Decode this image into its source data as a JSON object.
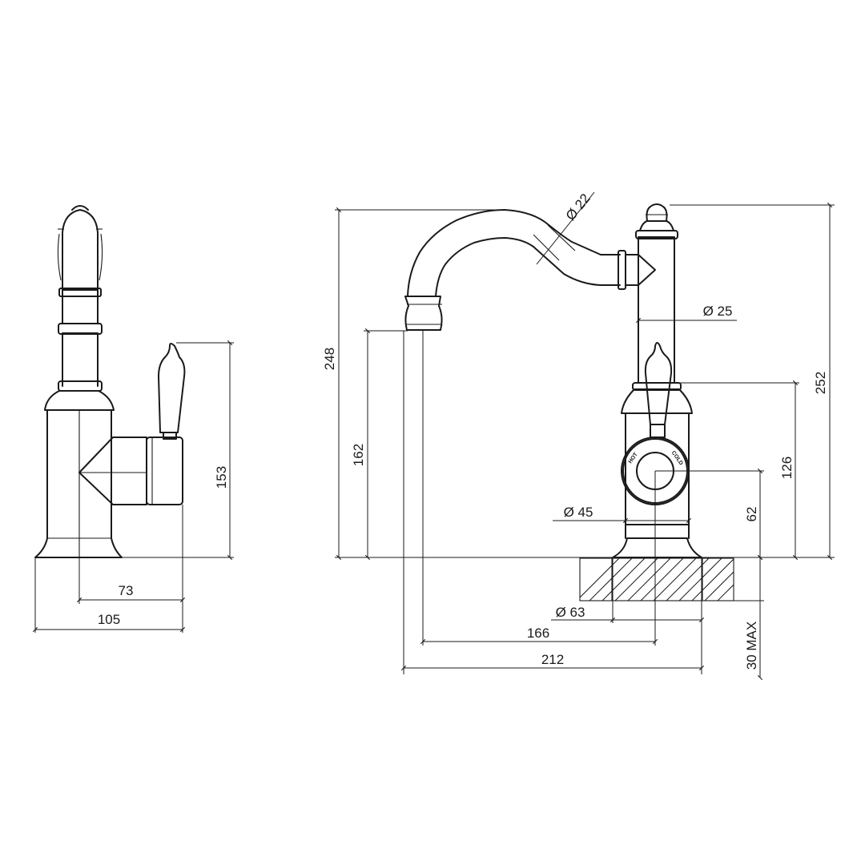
{
  "side_view": {
    "dims": {
      "height_153": "153",
      "depth_73": "73",
      "depth_105": "105"
    }
  },
  "front_view": {
    "dims": {
      "spout_dia": "Ø 22",
      "body_dia": "Ø 25",
      "height_248": "248",
      "height_162": "162",
      "height_252": "252",
      "height_126": "126",
      "height_62": "62",
      "dia_45": "Ø 45",
      "dia_63": "Ø 63",
      "reach_166": "166",
      "reach_212": "212",
      "bench_max": "30 MAX"
    },
    "hub_labels": {
      "hot": "HOT",
      "cold": "COLD"
    }
  }
}
